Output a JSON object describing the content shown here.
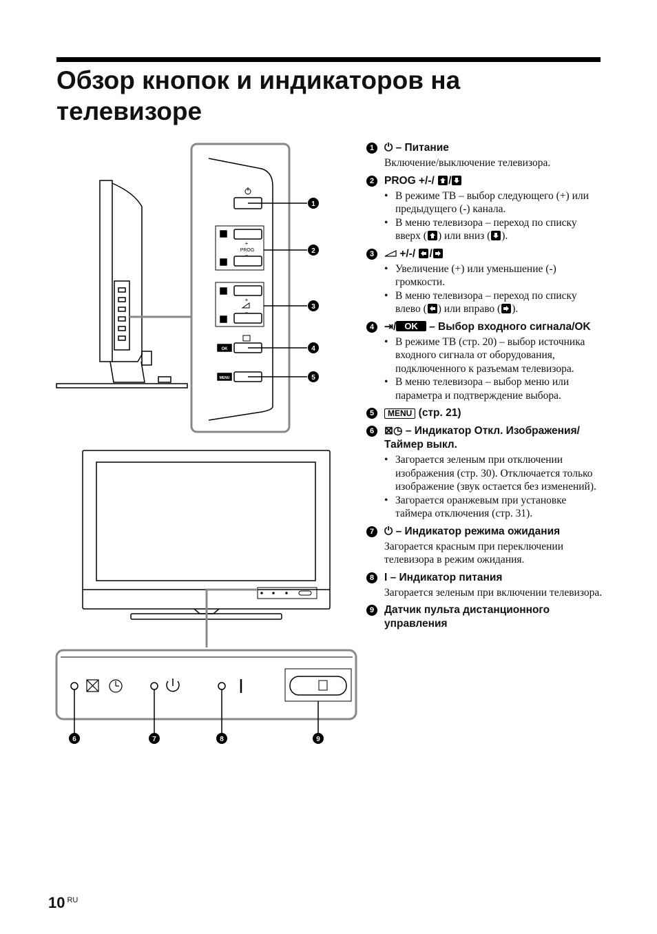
{
  "page": {
    "title": "Обзор кнопок и индикаторов на телевизоре",
    "page_number": "10",
    "page_lang": "RU"
  },
  "items": [
    {
      "num": "1",
      "head": "– Питание",
      "desc": "Включение/выключение телевизора."
    },
    {
      "num": "2",
      "head": "PROG +/-/",
      "bullets": [
        "В режиме ТВ – выбор следующего (+) или предыдущего (-) канала.",
        "В меню телевизора – переход по списку вверх (",
        ") или вниз (",
        ")."
      ]
    },
    {
      "num": "3",
      "head": "+/-/",
      "bullets": [
        "Увеличение (+) или уменьшение (-) громкости.",
        "В меню телевизора – переход по списку влево (",
        ") или вправо (",
        ")."
      ]
    },
    {
      "num": "4",
      "ok_label": "OK",
      "head": "– Выбор входного сигнала/OK",
      "bullets": [
        "В режиме ТВ (стр. 20) – выбор источника входного сигнала от оборудования, подключенного к разъемам телевизора.",
        "В меню телевизора – выбор меню или параметра и подтверждение выбора."
      ]
    },
    {
      "num": "5",
      "menu_label": "MENU",
      "head": "(стр. 21)"
    },
    {
      "num": "6",
      "head": "– Индикатор Откл. Изображения/Таймер выкл.",
      "bullets": [
        "Загорается зеленым при отключении изображения (стр. 30). Отключается только изображение (звук остается без изменений).",
        "Загорается оранжевым при установке таймера отключения (стр. 31)."
      ]
    },
    {
      "num": "7",
      "head": "– Индикатор режима ожидания",
      "desc": "Загорается красным при переключении телевизора в режим ожидания."
    },
    {
      "num": "8",
      "head": "I – Индикатор питания",
      "desc": "Загорается зеленым при включении телевизора."
    },
    {
      "num": "9",
      "head": "Датчик пульта дистанционного управления"
    }
  ],
  "figure": {
    "prog_label": "PROG",
    "ok_label": "OK",
    "menu_label": "MENU",
    "plus": "+",
    "minus": "–",
    "callouts": [
      "1",
      "2",
      "3",
      "4",
      "5",
      "6",
      "7",
      "8",
      "9"
    ]
  }
}
